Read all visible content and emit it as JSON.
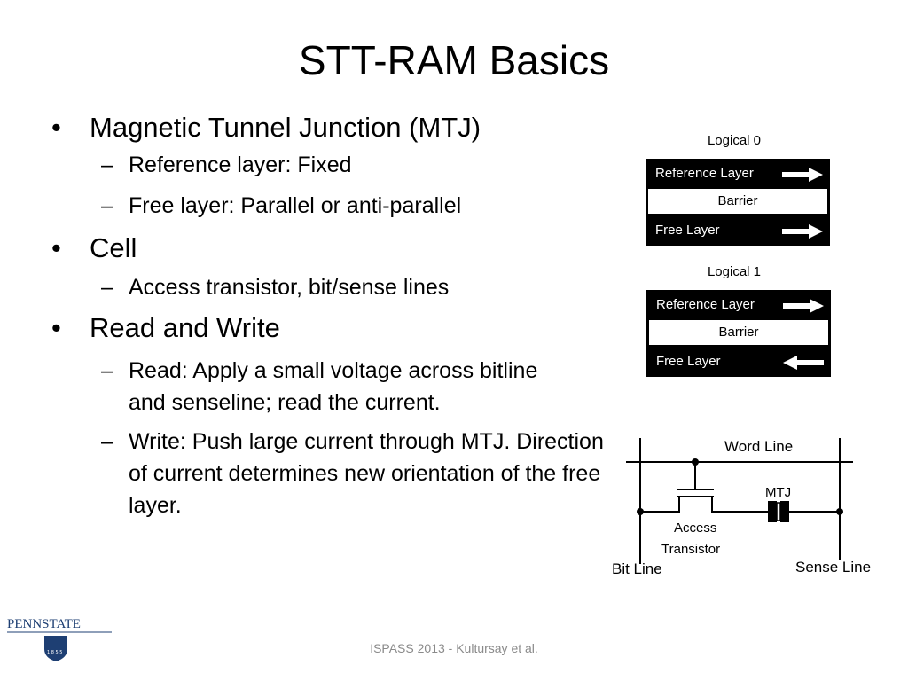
{
  "slide": {
    "title": "STT-RAM Basics",
    "footer": "ISPASS 2013 - Kultursay et al.",
    "logo_text": "PENNSTATE",
    "logo_year": "1 8 5 5"
  },
  "bullets": [
    {
      "text": "Magnetic Tunnel Junction (MTJ)",
      "subs": [
        "Reference layer: Fixed",
        "Free layer: Parallel or anti-parallel"
      ]
    },
    {
      "text": "Cell",
      "subs": [
        "Access transistor, bit/sense lines"
      ]
    },
    {
      "text": "Read and Write",
      "subs": [
        "Read: Apply a small voltage across bitline and senseline; read the current.",
        "Write: Push large current through MTJ.  Direction of current determines new orientation of the free layer."
      ]
    }
  ],
  "bullet_symbol": "•",
  "sub_symbol": "–",
  "mtj": {
    "logical0": {
      "label": "Logical 0",
      "reference": "Reference Layer",
      "barrier": "Barrier",
      "free": "Free Layer",
      "ref_arrow": "right",
      "free_arrow": "right"
    },
    "logical1": {
      "label": "Logical 1",
      "reference": "Reference Layer",
      "barrier": "Barrier",
      "free": "Free Layer",
      "ref_arrow": "right",
      "free_arrow": "left"
    }
  },
  "circuit": {
    "word_line": "Word Line",
    "mtj": "MTJ",
    "access_line1": "Access",
    "access_line2": "Transistor",
    "bit_line": "Bit Line",
    "sense_line": "Sense Line"
  },
  "colors": {
    "logo_blue": "#1e3f73",
    "footer_gray": "#8a8a8a"
  }
}
